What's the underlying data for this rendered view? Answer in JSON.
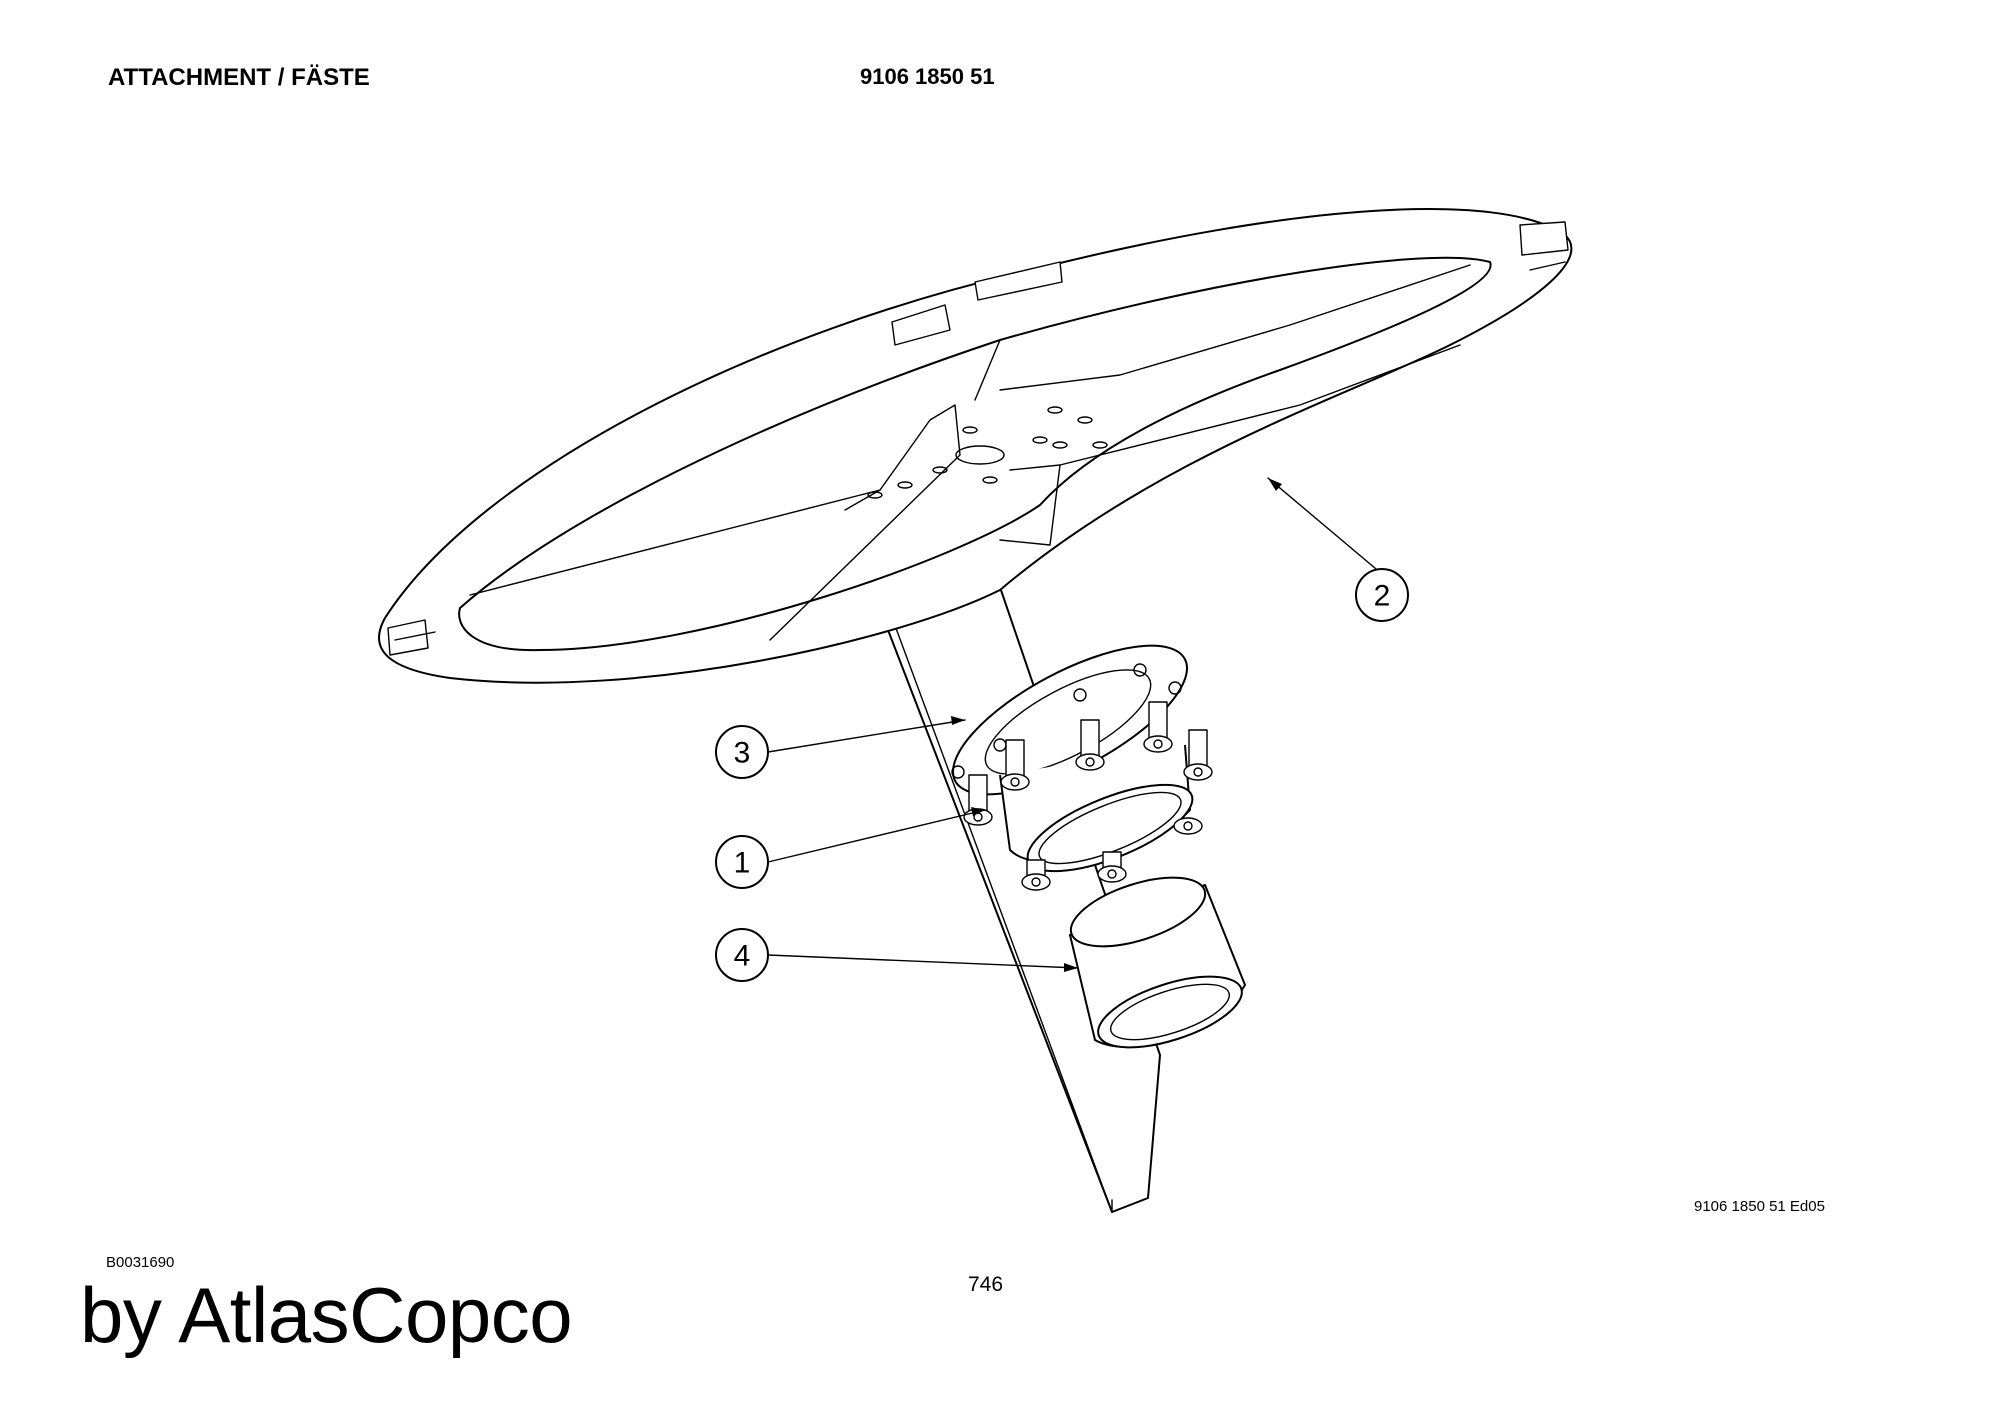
{
  "header": {
    "title": "ATTACHMENT / FÄSTE",
    "part_number": "9106 1850 51"
  },
  "drawing": {
    "edition": "9106 1850 51 Ed05",
    "callouts": [
      {
        "label": "1",
        "part": "screws"
      },
      {
        "label": "2",
        "part": "frame"
      },
      {
        "label": "3",
        "part": "flange"
      },
      {
        "label": "4",
        "part": "sleeve"
      }
    ]
  },
  "footer": {
    "reference": "B0031690",
    "page_number": "746",
    "brand": "by AtlasCopco"
  }
}
